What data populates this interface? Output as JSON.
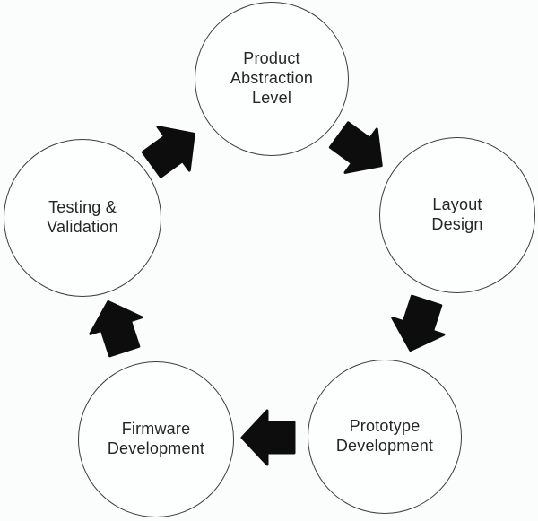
{
  "diagram": {
    "type": "cycle",
    "direction": "clockwise",
    "nodes": [
      {
        "id": "product-abstraction-level",
        "label": "Product\nAbstraction\nLevel",
        "position": "top"
      },
      {
        "id": "layout-design",
        "label": "Layout\nDesign",
        "position": "right"
      },
      {
        "id": "prototype-development",
        "label": "Prototype\nDevelopment",
        "position": "bottom-right"
      },
      {
        "id": "firmware-development",
        "label": "Firmware\nDevelopment",
        "position": "bottom-left"
      },
      {
        "id": "testing-validation",
        "label": "Testing &\nValidation",
        "position": "left"
      }
    ],
    "flow_order": [
      "Product Abstraction Level",
      "Layout Design",
      "Prototype Development",
      "Firmware Development",
      "Testing & Validation"
    ],
    "arrows": [
      {
        "from": "Product Abstraction Level",
        "to": "Layout Design"
      },
      {
        "from": "Layout Design",
        "to": "Prototype Development"
      },
      {
        "from": "Prototype Development",
        "to": "Firmware Development"
      },
      {
        "from": "Firmware Development",
        "to": "Testing & Validation"
      },
      {
        "from": "Testing & Validation",
        "to": "Product Abstraction Level"
      }
    ],
    "colors": {
      "background": "#fbfdfd",
      "circle_fill": "#fdfefe",
      "circle_border": "#3c3c3c",
      "text": "#262626",
      "arrow_fill": "#0d0d0d"
    }
  }
}
